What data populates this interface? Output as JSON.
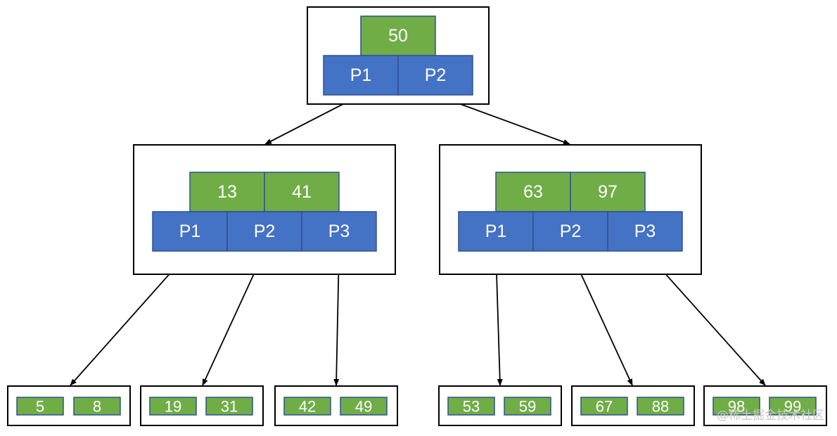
{
  "root": {
    "keys": [
      "50"
    ],
    "pointers": [
      "P1",
      "P2"
    ]
  },
  "internal": [
    {
      "keys": [
        "13",
        "41"
      ],
      "pointers": [
        "P1",
        "P2",
        "P3"
      ]
    },
    {
      "keys": [
        "63",
        "97"
      ],
      "pointers": [
        "P1",
        "P2",
        "P3"
      ]
    }
  ],
  "leaves": [
    {
      "keys": [
        "5",
        "8"
      ]
    },
    {
      "keys": [
        "19",
        "31"
      ]
    },
    {
      "keys": [
        "42",
        "49"
      ]
    },
    {
      "keys": [
        "53",
        "59"
      ]
    },
    {
      "keys": [
        "67",
        "88"
      ]
    },
    {
      "keys": [
        "98",
        "99"
      ]
    }
  ],
  "watermark": "@稀土掘金技术社区",
  "colors": {
    "key_fill": "#70ad47",
    "pointer_fill": "#4472c4",
    "cell_border": "#2f528f",
    "frame_border": "#000000"
  }
}
